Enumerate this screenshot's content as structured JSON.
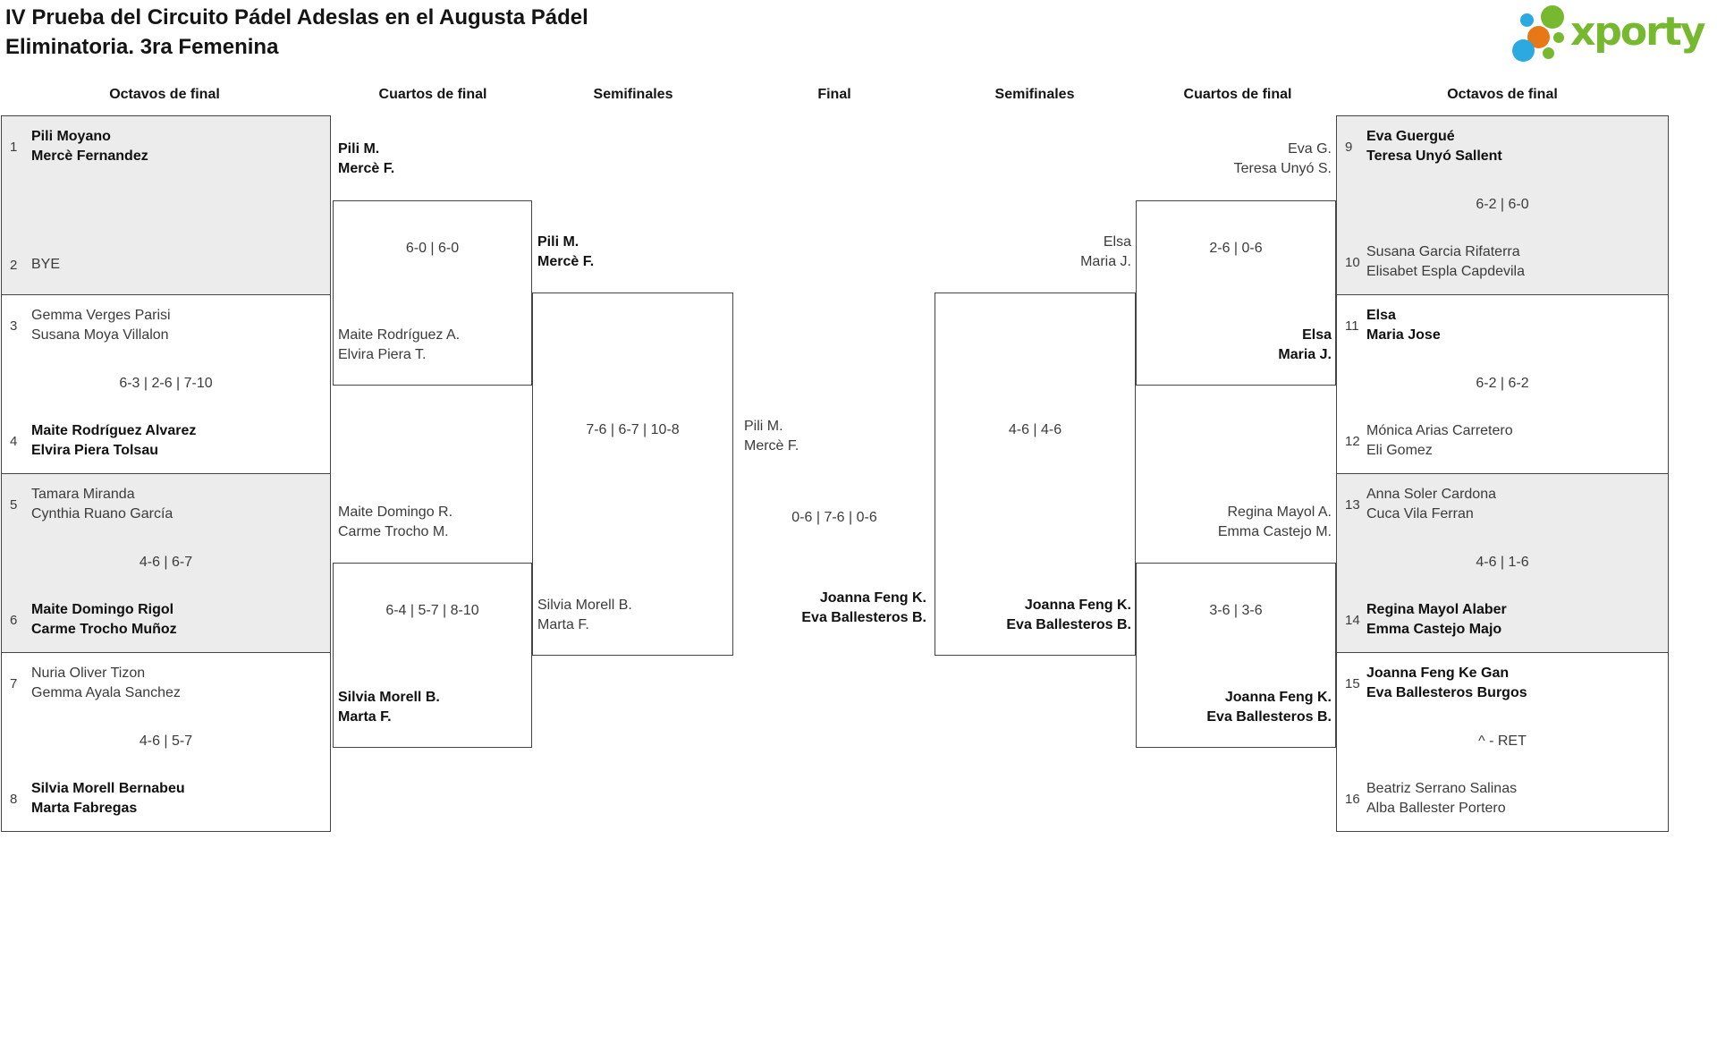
{
  "title": {
    "line1": "IV Prueba del Circuito Pádel Adeslas en el Augusta Pádel",
    "line2": "Eliminatoria. 3ra Femenina"
  },
  "logo": {
    "text": "xporty"
  },
  "colors": {
    "logo_green": "#76b82e",
    "logo_blue": "#2ba9e0",
    "logo_orange": "#e87817",
    "box_fill_grey": "#ececec",
    "line_border": "#444444"
  },
  "headers": {
    "r16_left": "Octavos de final",
    "qf_left": "Cuartos de final",
    "sf_left": "Semifinales",
    "final": "Final",
    "sf_right": "Semifinales",
    "qf_right": "Cuartos de final",
    "r16_right": "Octavos de final"
  },
  "r16_left": [
    {
      "top": {
        "seed": "1",
        "line1": "Pili Moyano",
        "line2": "Mercè Fernandez",
        "winner": true
      },
      "score": "",
      "bottom": {
        "seed": "2",
        "line1": "BYE",
        "line2": "",
        "winner": false
      }
    },
    {
      "top": {
        "seed": "3",
        "line1": "Gemma Verges Parisi",
        "line2": "Susana Moya Villalon",
        "winner": false
      },
      "score": "6-3 | 2-6 | 7-10",
      "bottom": {
        "seed": "4",
        "line1": "Maite Rodríguez Alvarez",
        "line2": "Elvira Piera Tolsau",
        "winner": true
      }
    },
    {
      "top": {
        "seed": "5",
        "line1": "Tamara Miranda",
        "line2": "Cynthia Ruano García",
        "winner": false
      },
      "score": "4-6 | 6-7",
      "bottom": {
        "seed": "6",
        "line1": "Maite Domingo Rigol",
        "line2": "Carme Trocho Muñoz",
        "winner": true
      }
    },
    {
      "top": {
        "seed": "7",
        "line1": "Nuria Oliver Tizon",
        "line2": "Gemma Ayala Sanchez",
        "winner": false
      },
      "score": "4-6 | 5-7",
      "bottom": {
        "seed": "8",
        "line1": "Silvia Morell Bernabeu",
        "line2": "Marta Fabregas",
        "winner": true
      }
    }
  ],
  "r16_right": [
    {
      "top": {
        "seed": "9",
        "line1": "Eva Guergué",
        "line2": "Teresa Unyó Sallent",
        "winner": true
      },
      "score": "6-2 | 6-0",
      "bottom": {
        "seed": "10",
        "line1": "Susana Garcia Rifaterra",
        "line2": "Elisabet Espla Capdevila",
        "winner": false
      }
    },
    {
      "top": {
        "seed": "11",
        "line1": "Elsa",
        "line2": "Maria Jose",
        "winner": true
      },
      "score": "6-2 | 6-2",
      "bottom": {
        "seed": "12",
        "line1": "Mónica Arias Carretero",
        "line2": "Eli Gomez",
        "winner": false
      }
    },
    {
      "top": {
        "seed": "13",
        "line1": "Anna Soler Cardona",
        "line2": "Cuca Vila Ferran",
        "winner": false
      },
      "score": "4-6 | 1-6",
      "bottom": {
        "seed": "14",
        "line1": "Regina Mayol Alaber",
        "line2": "Emma Castejo Majo",
        "winner": true
      }
    },
    {
      "top": {
        "seed": "15",
        "line1": "Joanna Feng Ke Gan",
        "line2": "Eva Ballesteros Burgos",
        "winner": true
      },
      "score": "^ - RET",
      "bottom": {
        "seed": "16",
        "line1": "Beatriz Serrano Salinas",
        "line2": "Alba Ballester Portero",
        "winner": false
      }
    }
  ],
  "qf_left": [
    {
      "top": {
        "line1": "Pili M.",
        "line2": "Mercè F.",
        "winner": true
      },
      "score": "6-0 | 6-0",
      "bottom": {
        "line1": "Maite Rodríguez A.",
        "line2": "Elvira Piera T.",
        "winner": false
      }
    },
    {
      "top": {
        "line1": "Maite Domingo R.",
        "line2": "Carme Trocho M.",
        "winner": false
      },
      "score": "6-4 | 5-7 | 8-10",
      "bottom": {
        "line1": "Silvia Morell B.",
        "line2": "Marta F.",
        "winner": true
      }
    }
  ],
  "qf_right": [
    {
      "top": {
        "line1": "Eva G.",
        "line2": "Teresa Unyó S.",
        "winner": false
      },
      "score": "2-6 | 0-6",
      "bottom": {
        "line1": "Elsa",
        "line2": "Maria J.",
        "winner": true
      }
    },
    {
      "top": {
        "line1": "Regina Mayol A.",
        "line2": "Emma Castejo M.",
        "winner": false
      },
      "score": "3-6 | 3-6",
      "bottom": {
        "line1": "Joanna Feng K.",
        "line2": "Eva Ballesteros B.",
        "winner": true
      }
    }
  ],
  "sf_left": {
    "top": {
      "line1": "Pili M.",
      "line2": "Mercè F.",
      "winner": true
    },
    "score": "7-6 | 6-7 | 10-8",
    "bottom": {
      "line1": "Silvia Morell B.",
      "line2": "Marta F.",
      "winner": false
    }
  },
  "sf_right": {
    "top": {
      "line1": "Elsa",
      "line2": "Maria J.",
      "winner": false
    },
    "score": "4-6 | 4-6",
    "bottom": {
      "line1": "Joanna Feng K.",
      "line2": "Eva Ballesteros B.",
      "winner": true
    }
  },
  "final": {
    "top": {
      "line1": "Pili M.",
      "line2": "Mercè F.",
      "winner": false
    },
    "score": "0-6 | 7-6 | 0-6",
    "bottom": {
      "line1": "Joanna Feng K.",
      "line2": "Eva Ballesteros B.",
      "winner": true
    }
  }
}
